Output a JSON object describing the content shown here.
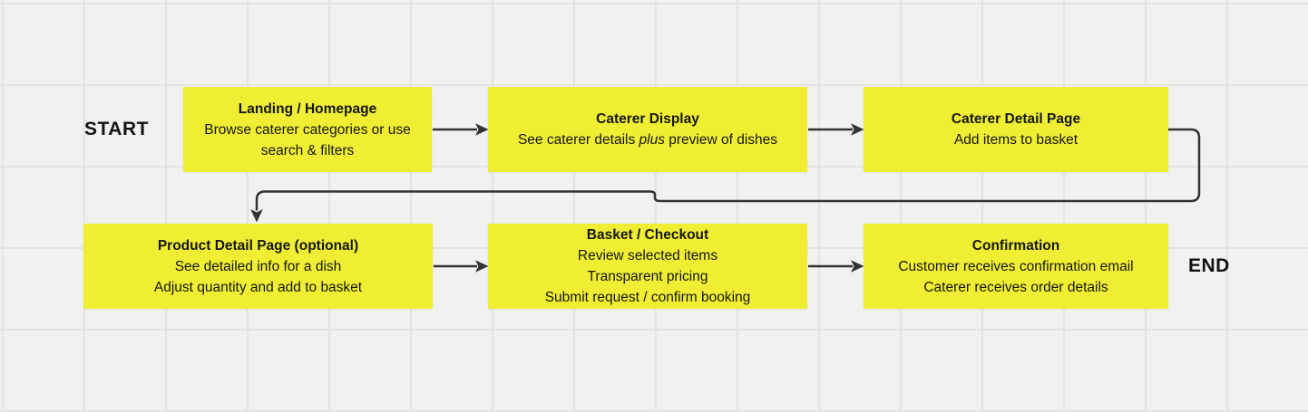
{
  "canvas": {
    "background_color": "#f1f1f0",
    "grid_color": "#e3e3e1",
    "sticky_color": "#f0ee33",
    "connector_color": "#333333",
    "text_color": "#161616"
  },
  "labels": {
    "start": "START",
    "end": "END"
  },
  "flow": {
    "boxes": [
      {
        "id": "landing-homepage",
        "title": "Landing / Homepage",
        "lines": [
          "Browse caterer categories or use search & filters"
        ]
      },
      {
        "id": "caterer-display",
        "title": "Caterer Display",
        "body_pre": "See caterer details ",
        "body_italic": "plus",
        "body_post": " preview of dishes"
      },
      {
        "id": "caterer-detail-page",
        "title": "Caterer Detail Page",
        "lines": [
          "Add items to basket"
        ]
      },
      {
        "id": "product-detail-page",
        "title": "Product Detail Page (optional)",
        "lines": [
          "See detailed info for a dish",
          "Adjust quantity and add to basket"
        ]
      },
      {
        "id": "basket-checkout",
        "title": "Basket / Checkout",
        "lines": [
          "Review selected items",
          "Transparent pricing",
          "Submit request / confirm booking"
        ]
      },
      {
        "id": "confirmation",
        "title": "Confirmation",
        "lines": [
          "Customer receives confirmation email",
          "Caterer receives order details"
        ]
      }
    ]
  }
}
